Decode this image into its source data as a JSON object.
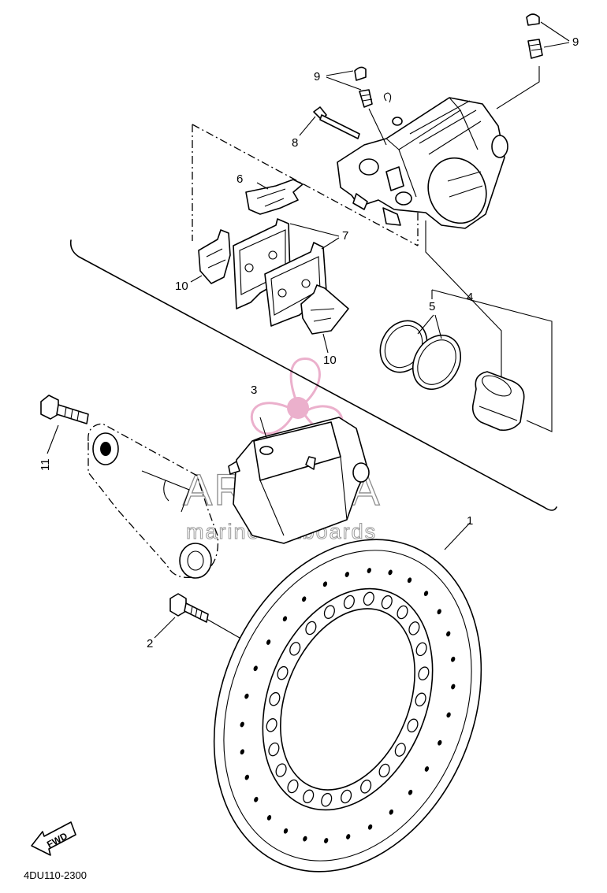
{
  "callouts": {
    "c1": "1",
    "c2": "2",
    "c3": "3",
    "c4": "4",
    "c5": "5",
    "c6": "6",
    "c7": "7",
    "c8": "8",
    "c9a": "9",
    "c9b": "9",
    "c10a": "10",
    "c10b": "10",
    "c11": "11"
  },
  "watermark": {
    "title": "ARMADA",
    "subtitle": "marine outboards",
    "color": "#e8a3c4"
  },
  "direction_arrow": {
    "label": "FWD"
  },
  "diagram_code": "4DU110-2300"
}
